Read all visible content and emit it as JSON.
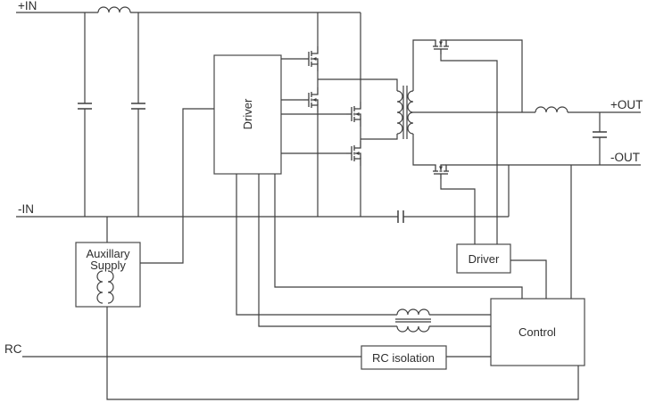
{
  "ports": {
    "in_pos": "+IN",
    "in_neg": "-IN",
    "rc": "RC",
    "out_pos": "+OUT",
    "out_neg": "-OUT"
  },
  "blocks": {
    "driver_primary": "Driver",
    "aux_line1": "Auxillary",
    "aux_line2": "Supply",
    "driver_secondary": "Driver",
    "control": "Control",
    "rc_isolation": "RC isolation"
  },
  "symbols": {
    "mosfets": [
      "bridge-fet-1",
      "bridge-fet-2",
      "bridge-fet-3",
      "bridge-fet-4",
      "sync-fet-top",
      "sync-fet-bottom"
    ],
    "transformers": [
      "main-transformer",
      "gate-drive-transformer",
      "aux-transformer"
    ],
    "inductors": [
      "input-inductor",
      "output-inductor"
    ],
    "capacitors": [
      "input-capacitor-1",
      "input-capacitor-2",
      "dc-blocking-capacitor",
      "output-capacitor"
    ]
  },
  "colors": {
    "line": "#3f3f3f",
    "text": "#2e2e2e",
    "background": "#ffffff"
  }
}
